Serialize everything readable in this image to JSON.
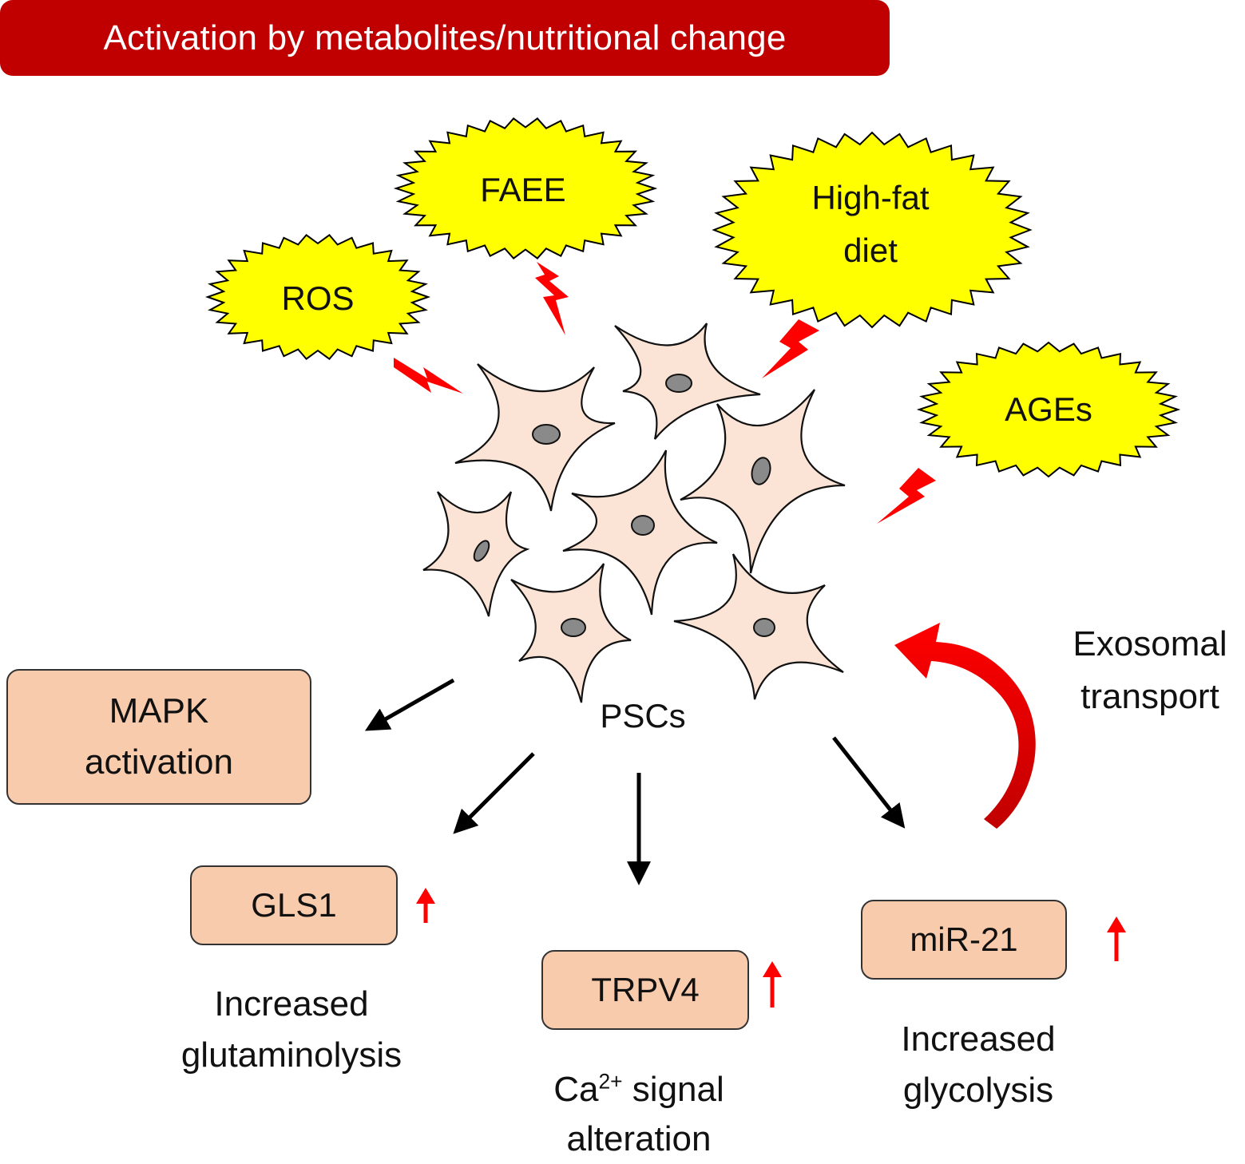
{
  "banner": {
    "title": "Activation  by metabolites/nutritional change"
  },
  "stimuli": [
    {
      "label": "FAEE"
    },
    {
      "label": "High-fat"
    },
    {
      "label": "diet"
    },
    {
      "label": "ROS"
    },
    {
      "label": "AGEs"
    }
  ],
  "cells_label": "PSCs",
  "exosomal": {
    "line1": "Exosomal",
    "line2": "transport"
  },
  "boxes": {
    "mapk": {
      "line1": "MAPK",
      "line2": "activation"
    },
    "gls1": "GLS1",
    "trpv4": "TRPV4",
    "mir21": "miR-21"
  },
  "outcomes": {
    "gluta": {
      "line1": "Increased",
      "line2": "glutaminolysis"
    },
    "ca": {
      "prefix": "Ca",
      "sup": "2+",
      "rest": " signal",
      "line2": "alteration"
    },
    "glyco": {
      "line1": "Increased",
      "line2": "glycolysis"
    }
  },
  "colors": {
    "banner": "#c00000",
    "burst_fill": "#ffff00",
    "cell_fill": "#fbe4d5",
    "nucleus": "#8a8a8a",
    "box_fill": "#f8cbad",
    "lightning": "#ff0000",
    "arrow": "#000000",
    "up_arrow": "#ff0000"
  }
}
